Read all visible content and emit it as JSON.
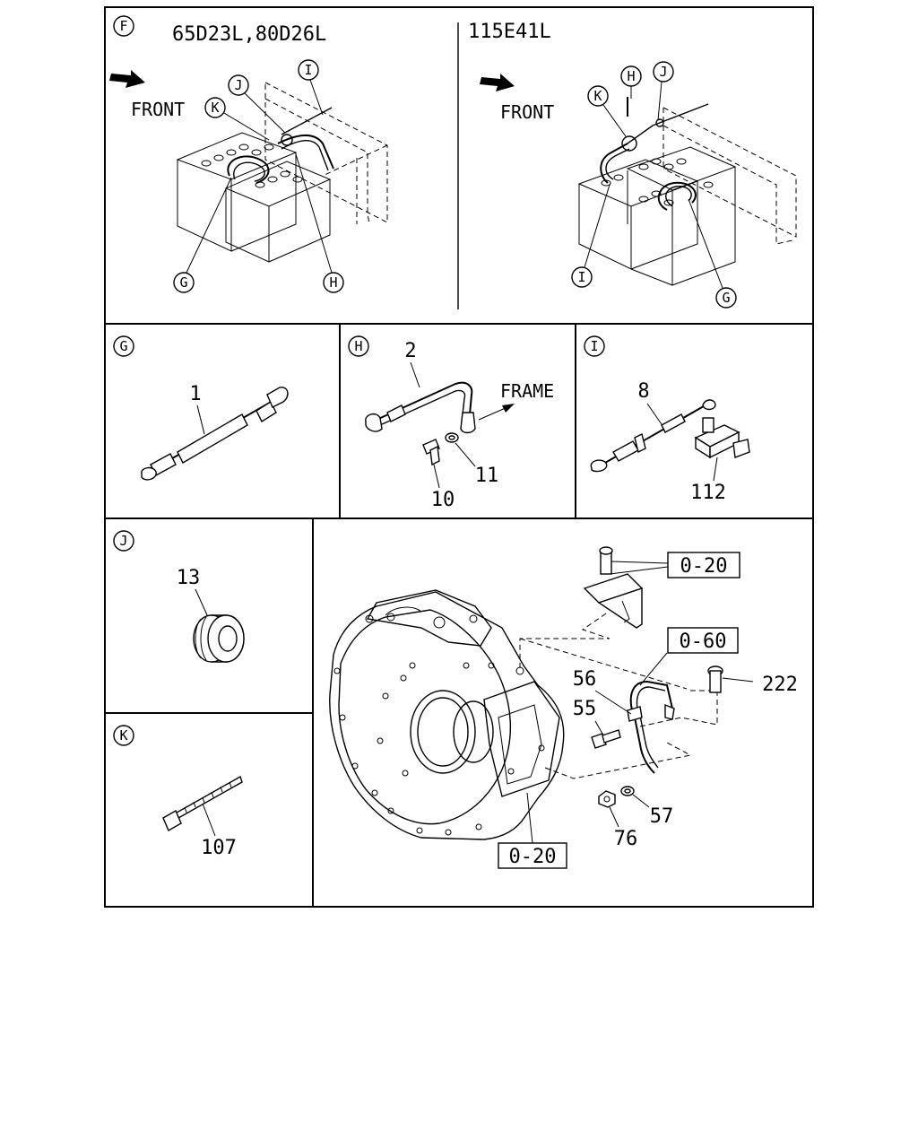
{
  "panel_f": {
    "circle_label": "F",
    "left_title": "65D23L,80D26L",
    "right_title": "115E41L",
    "front_left": "FRONT",
    "front_right": "FRONT",
    "callouts_left": [
      "J",
      "I",
      "K",
      "G",
      "H"
    ],
    "callouts_right": [
      "H",
      "J",
      "K",
      "I",
      "G"
    ]
  },
  "panel_g": {
    "circle_label": "G",
    "part": "1"
  },
  "panel_h": {
    "circle_label": "H",
    "part_cable": "2",
    "frame_label": "FRAME",
    "part_washer": "11",
    "part_bolt": "10"
  },
  "panel_i": {
    "circle_label": "I",
    "part_cable": "8",
    "part_terminal": "112"
  },
  "panel_j": {
    "circle_label": "J",
    "part": "13"
  },
  "panel_k": {
    "circle_label": "K",
    "part": "107"
  },
  "panel_main": {
    "ref_top": "0-20",
    "ref_mid": "0-60",
    "ref_bottom": "0-20",
    "parts": [
      "222",
      "56",
      "55",
      "57",
      "76"
    ]
  },
  "icons": [
    "front-arrow-icon",
    "frame-arrow-icon"
  ]
}
